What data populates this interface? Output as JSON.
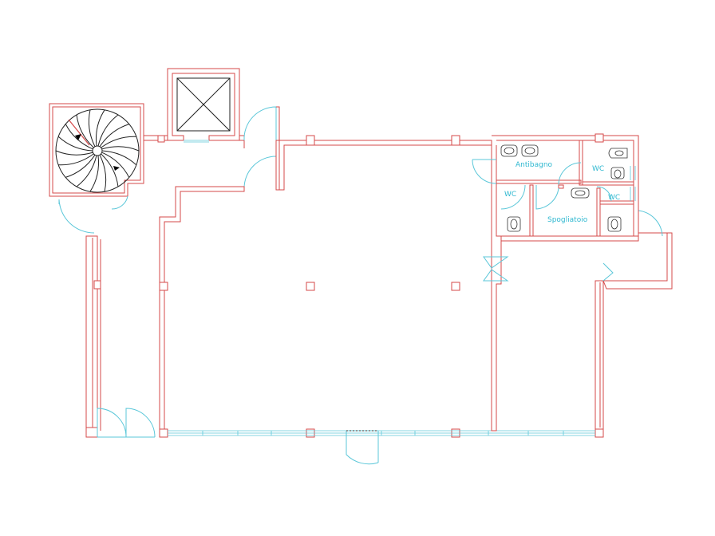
{
  "rooms": {
    "antibagno": "Antibagno",
    "wc_top_right": "WC",
    "wc_left": "WC",
    "wc_small_right": "WC",
    "spogliatoio": "Spogliatoio"
  },
  "colors": {
    "walls": "#d64a4a",
    "doors_windows": "#5bc7d9",
    "labels": "#2fb8d0",
    "stair_lines": "#222222",
    "background": "#ffffff"
  }
}
